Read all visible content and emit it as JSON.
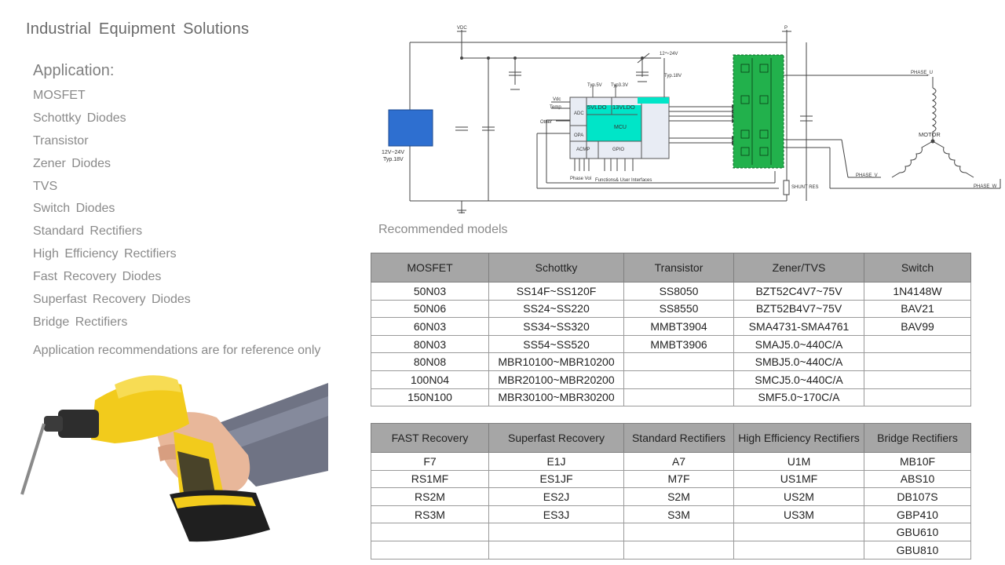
{
  "page": {
    "title": "Industrial Equipment  Solutions",
    "application_heading": "Application:",
    "applications": [
      "MOSFET",
      "Schottky Diodes",
      "Transistor",
      "Zener Diodes",
      "TVS",
      "Switch Diodes",
      "Standard Rectifiers",
      "High Efficiency  Rectifiers",
      "Fast Recovery Diodes",
      "Superfast Recovery Diodes",
      "Bridge Rectifiers"
    ],
    "note": "Application recommendations are for reference only",
    "recommended_label": "Recommended models"
  },
  "diagram": {
    "vdc": "VDC",
    "p": "P",
    "v12_24": "12～24V",
    "typ18": "Typ.18V",
    "supply_a": "12V~24V",
    "supply_b": "Typ.18V",
    "typ5": "Typ.5V",
    "typ33": "Typ3.3V",
    "ldo5": "5VLDO",
    "ldo13": "13VLDO",
    "mcu": "MCU",
    "adc": "ADC",
    "opa": "OPA",
    "acmp": "ACMP",
    "gpio": "GPIO",
    "vdc_in": "Vdc",
    "temp_in": "Temp",
    "other_in": "Other",
    "phase_vol": "Phase Vol",
    "functions": "Functions&  User Interfaces",
    "shunt": "SHUNT RES",
    "motor": "MOTOR",
    "phase_u": "PHASE_U",
    "phase_v": "PHASE_V",
    "phase_w": "PHASE_W"
  },
  "table1": {
    "headers": [
      "MOSFET",
      "Schottky",
      "Transistor",
      "Zener/TVS",
      "Switch"
    ],
    "rows": [
      [
        "50N03",
        "SS14F~SS120F",
        "SS8050",
        "BZT52C4V7~75V",
        "1N4148W"
      ],
      [
        "50N06",
        "SS24~SS220",
        "SS8550",
        "BZT52B4V7~75V",
        "BAV21"
      ],
      [
        "60N03",
        "SS34~SS320",
        "MMBT3904",
        "SMA4731-SMA4761",
        "BAV99"
      ],
      [
        "80N03",
        "SS54~SS520",
        "MMBT3906",
        "SMAJ5.0~440C/A",
        ""
      ],
      [
        "80N08",
        "MBR10100~MBR10200",
        "",
        "SMBJ5.0~440C/A",
        ""
      ],
      [
        "100N04",
        "MBR20100~MBR20200",
        "",
        "SMCJ5.0~440C/A",
        ""
      ],
      [
        "150N100",
        "MBR30100~MBR30200",
        "",
        "SMF5.0~170C/A",
        ""
      ]
    ]
  },
  "table2": {
    "headers": [
      "FAST Recovery",
      "Superfast Recovery",
      "Standard Rectifiers",
      "High Efficiency  Rectifiers",
      "Bridge Rectifiers"
    ],
    "rows": [
      [
        "F7",
        "E1J",
        "A7",
        "U1M",
        "MB10F"
      ],
      [
        "RS1MF",
        "ES1JF",
        "M7F",
        "US1MF",
        "ABS10"
      ],
      [
        "RS2M",
        "ES2J",
        "S2M",
        "US2M",
        "DB107S"
      ],
      [
        "RS3M",
        "ES3J",
        "S3M",
        "US3M",
        "GBP410"
      ],
      [
        "",
        "",
        "",
        "",
        "GBU610"
      ],
      [
        "",
        "",
        "",
        "",
        "GBU810"
      ]
    ]
  },
  "colors": {
    "inverter_green": "#22b14c",
    "mcu_cyan": "#00e5c8",
    "supply_blue": "#2e6fd0",
    "header_gray": "#a6a6a6"
  }
}
